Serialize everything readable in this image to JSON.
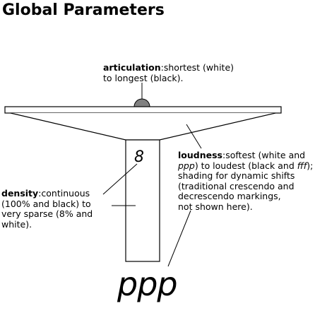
{
  "title": "Global Parameters",
  "articulation": {
    "term": "articulation",
    "line1_rest": "shortest (white)",
    "line2": "to longest (black)."
  },
  "loudness": {
    "term": "loudness",
    "line1_rest": "softest (white and",
    "line2_a": "ppp",
    "line2_b": ") to loudest (black and ",
    "line2_c": "fff",
    "line2_d": ");",
    "line3": "shading for dynamic shifts",
    "line4": "(traditional crescendo and",
    "line5": "decrescendo markings,",
    "line6": "not shown here)."
  },
  "density": {
    "term": "density",
    "line1_rest": "continuous",
    "line2": "(100% and black) to",
    "line3": "very sparse (8% and",
    "line4": "white)."
  },
  "stem_value": "8",
  "dynamic_marking": "ppp",
  "colors": {
    "ink": "#000000",
    "articulation_dome": "#808080",
    "background": "#ffffff"
  }
}
